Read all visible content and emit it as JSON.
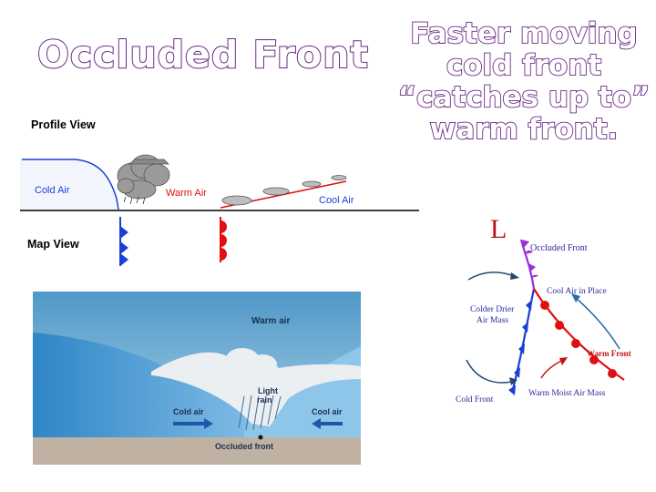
{
  "slide": {
    "title": "Occluded Front",
    "subtitle_lines": [
      "Faster moving",
      "cold front",
      "“catches up to”",
      "warm front."
    ]
  },
  "profile_diagram": {
    "profile_view": "Profile View",
    "map_view": "Map View",
    "cold_air": "Cold Air",
    "warm_air": "Warm Air",
    "cool_air": "Cool Air"
  },
  "cross_section": {
    "warm_air": "Warm air",
    "cold_air": "Cold air",
    "cool_air": "Cool air",
    "light_rain_1": "Light",
    "light_rain_2": "rain",
    "occluded_front": "Occluded front"
  },
  "map_diagram": {
    "low_symbol": "L",
    "occluded_front": "Occluded Front",
    "cool_air_in_place": "Cool Air in Place",
    "colder_drier_1": "Colder Drier",
    "colder_drier_2": "Air Mass",
    "warm_front": "Warm Front",
    "cold_front": "Cold Front",
    "warm_moist": "Warm Moist Air Mass"
  },
  "colors": {
    "title_outline": "#6a2a86",
    "cold_front": "#1a3fd8",
    "warm_front": "#e01010",
    "occluded_front": "#9b2fd9"
  }
}
